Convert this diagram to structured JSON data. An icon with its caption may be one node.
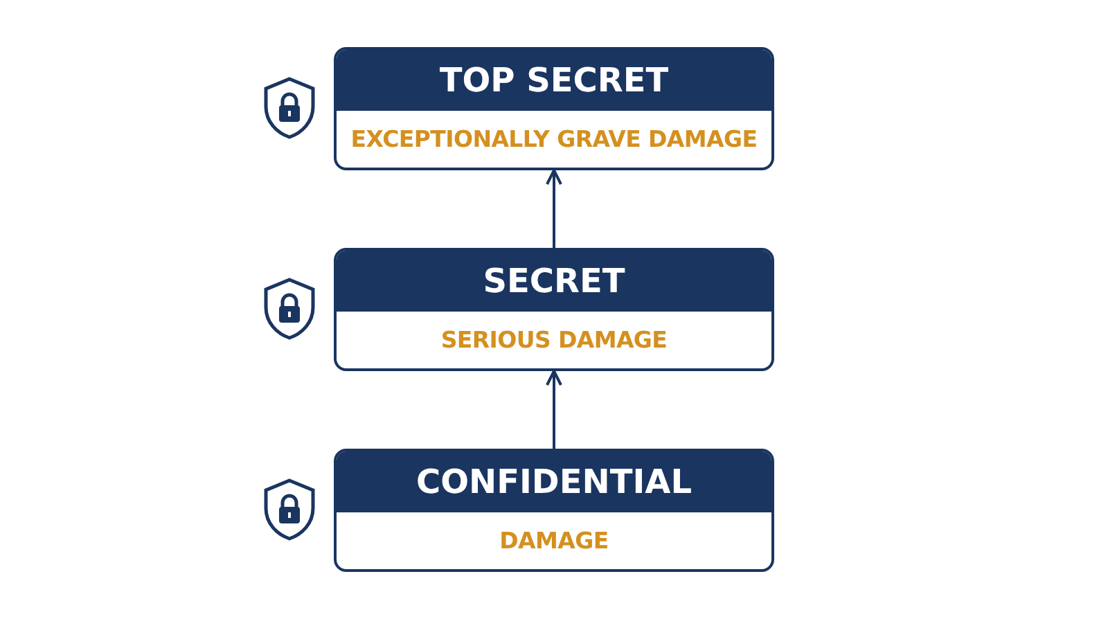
{
  "diagram": {
    "nodes": [
      {
        "text": [
          "TOP SECRET",
          "EXCEPTIONALLY GRAVE DAMAGE"
        ]
      },
      {
        "text": [
          "SECRET",
          "SERIOUS DAMAGE"
        ]
      },
      {
        "text": [
          "CONFIDENTIAL",
          "DAMAGE"
        ]
      }
    ],
    "edges": [
      {
        "from": 1,
        "to": 0,
        "arrow": "to"
      },
      {
        "from": 2,
        "to": 1,
        "arrow": "to"
      }
    ]
  }
}
